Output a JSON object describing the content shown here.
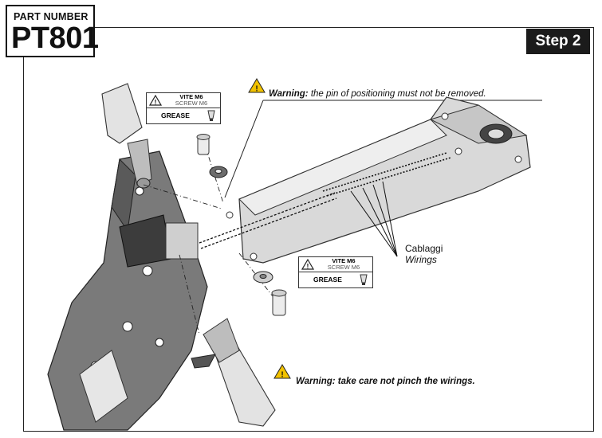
{
  "header": {
    "part_label": "PART NUMBER",
    "part_number": "PT801",
    "step": "Step 2"
  },
  "warnings": {
    "top_prefix": "Warning:",
    "top_text": " the pin of positioning must not be removed.",
    "bottom_text": "Warning: take care not pinch the wirings."
  },
  "callouts": {
    "cablaggi": "Cablaggi",
    "wirings": "Wirings"
  },
  "screw_label": {
    "line1": "VITE M6",
    "line2": "SCREW M6",
    "grease": "GREASE"
  },
  "colors": {
    "step_bg": "#1b1b1b",
    "warning_yellow": "#f2c200",
    "part_fill": "#d9d9d9",
    "part_dark": "#5e5e5e"
  }
}
